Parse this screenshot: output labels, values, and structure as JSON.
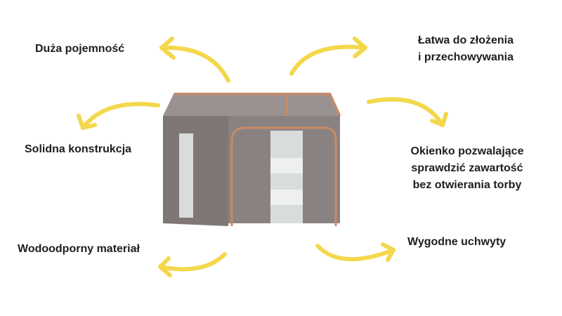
{
  "features": {
    "capacity": "Duża pojemność",
    "foldable_line1": "Łatwa do złożenia",
    "foldable_line2": "i przechowywania",
    "solid": "Solidna konstrukcja",
    "window_line1": "Okienko pozwalające",
    "window_line2": "sprawdzić zawartość",
    "window_line3": "bez otwierania torby",
    "waterproof": "Wodoodporny materiał",
    "handles": "Wygodne uchwyty"
  },
  "colors": {
    "arrow": "#f4d84c",
    "fabric": "#8a8281",
    "zipper": "#c98a66",
    "window": "#d9dcdc"
  }
}
